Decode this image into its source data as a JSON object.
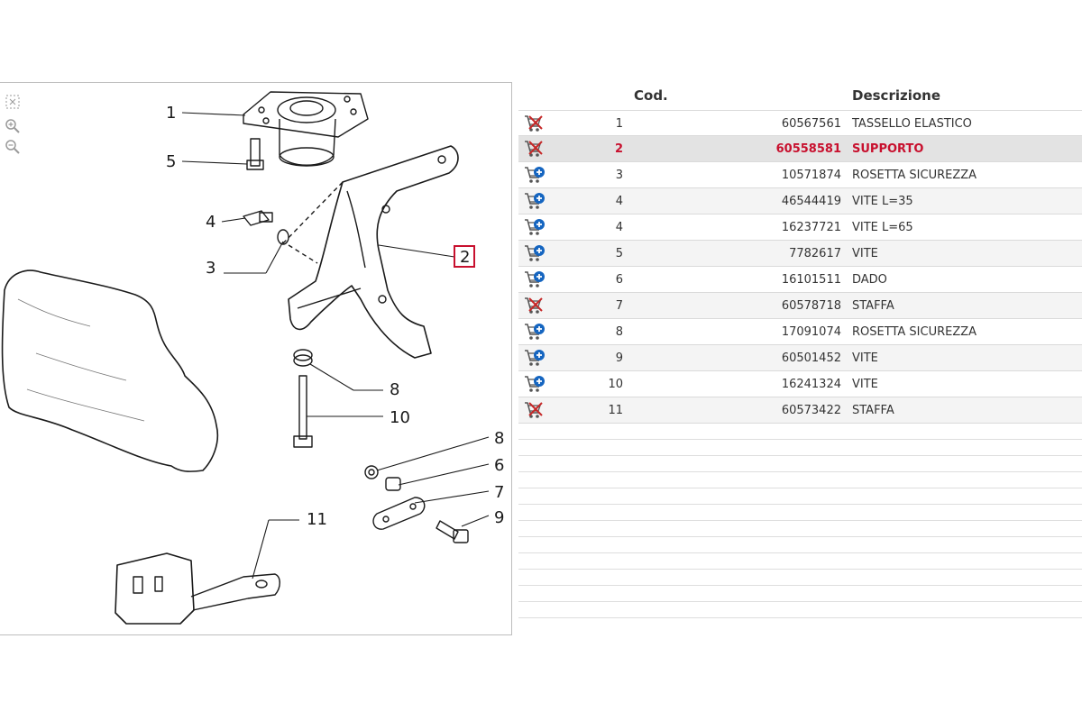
{
  "diagram": {
    "tools": [
      {
        "name": "fit-icon"
      },
      {
        "name": "zoom-in-icon"
      },
      {
        "name": "zoom-out-icon"
      }
    ],
    "callouts": [
      "1",
      "5",
      "4",
      "3",
      "2",
      "8",
      "10",
      "8",
      "6",
      "7",
      "9",
      "11"
    ],
    "highlighted_callout": "2"
  },
  "table": {
    "headers": {
      "code": "Cod.",
      "description": "Descrizione"
    },
    "rows": [
      {
        "pos": "1",
        "code": "60567561",
        "description": "TASSELLO ELASTICO",
        "cart": "cart-unavailable-icon"
      },
      {
        "pos": "2",
        "code": "60558581",
        "description": "SUPPORTO",
        "cart": "cart-unavailable-icon",
        "selected": true
      },
      {
        "pos": "3",
        "code": "10571874",
        "description": "ROSETTA SICUREZZA",
        "cart": "cart-add-icon"
      },
      {
        "pos": "4",
        "code": "46544419",
        "description": "VITE L=35",
        "cart": "cart-add-icon"
      },
      {
        "pos": "4",
        "code": "16237721",
        "description": "VITE L=65",
        "cart": "cart-add-icon"
      },
      {
        "pos": "5",
        "code": "7782617",
        "description": "VITE",
        "cart": "cart-add-icon"
      },
      {
        "pos": "6",
        "code": "16101511",
        "description": "DADO",
        "cart": "cart-add-icon"
      },
      {
        "pos": "7",
        "code": "60578718",
        "description": "STAFFA",
        "cart": "cart-unavailable-icon"
      },
      {
        "pos": "8",
        "code": "17091074",
        "description": "ROSETTA SICUREZZA",
        "cart": "cart-add-icon"
      },
      {
        "pos": "9",
        "code": "60501452",
        "description": "VITE",
        "cart": "cart-add-icon"
      },
      {
        "pos": "10",
        "code": "16241324",
        "description": "VITE",
        "cart": "cart-add-icon"
      },
      {
        "pos": "11",
        "code": "60573422",
        "description": "STAFFA",
        "cart": "cart-unavailable-icon"
      }
    ]
  },
  "colors": {
    "accent": "#c8102e",
    "cart_add": "#1565c0",
    "cart_unavailable": "#c62828"
  }
}
